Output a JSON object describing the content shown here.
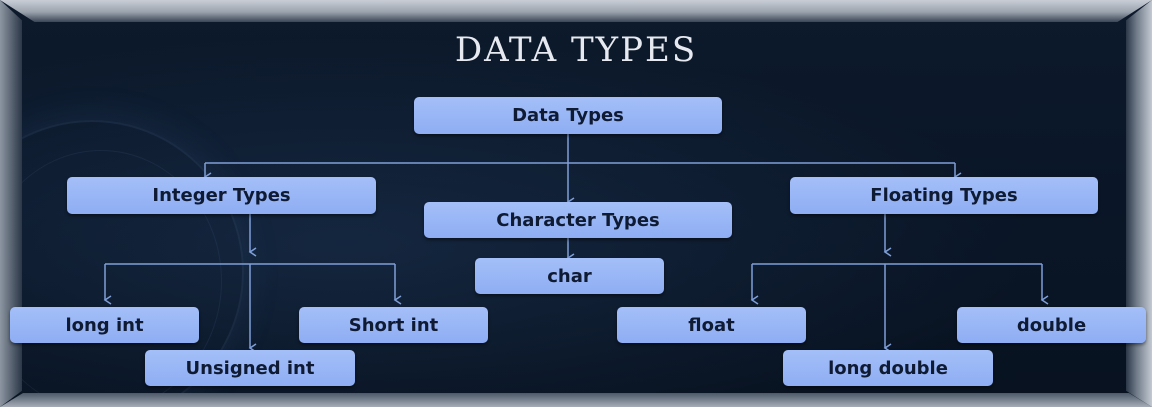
{
  "title": "DATA TYPES",
  "nodes": {
    "root": "Data Types",
    "integer": "Integer Types",
    "character": "Character Types",
    "floating": "Floating Types",
    "char": "char",
    "long_int": "long int",
    "unsigned_int": "Unsigned int",
    "short_int": "Short int",
    "float": "float",
    "long_double": "long double",
    "double": "double"
  },
  "colors": {
    "node_fill": "#9bb7f6",
    "connector": "#7f9fd8",
    "background": "#0a1627",
    "title": "#e6e9ef"
  }
}
